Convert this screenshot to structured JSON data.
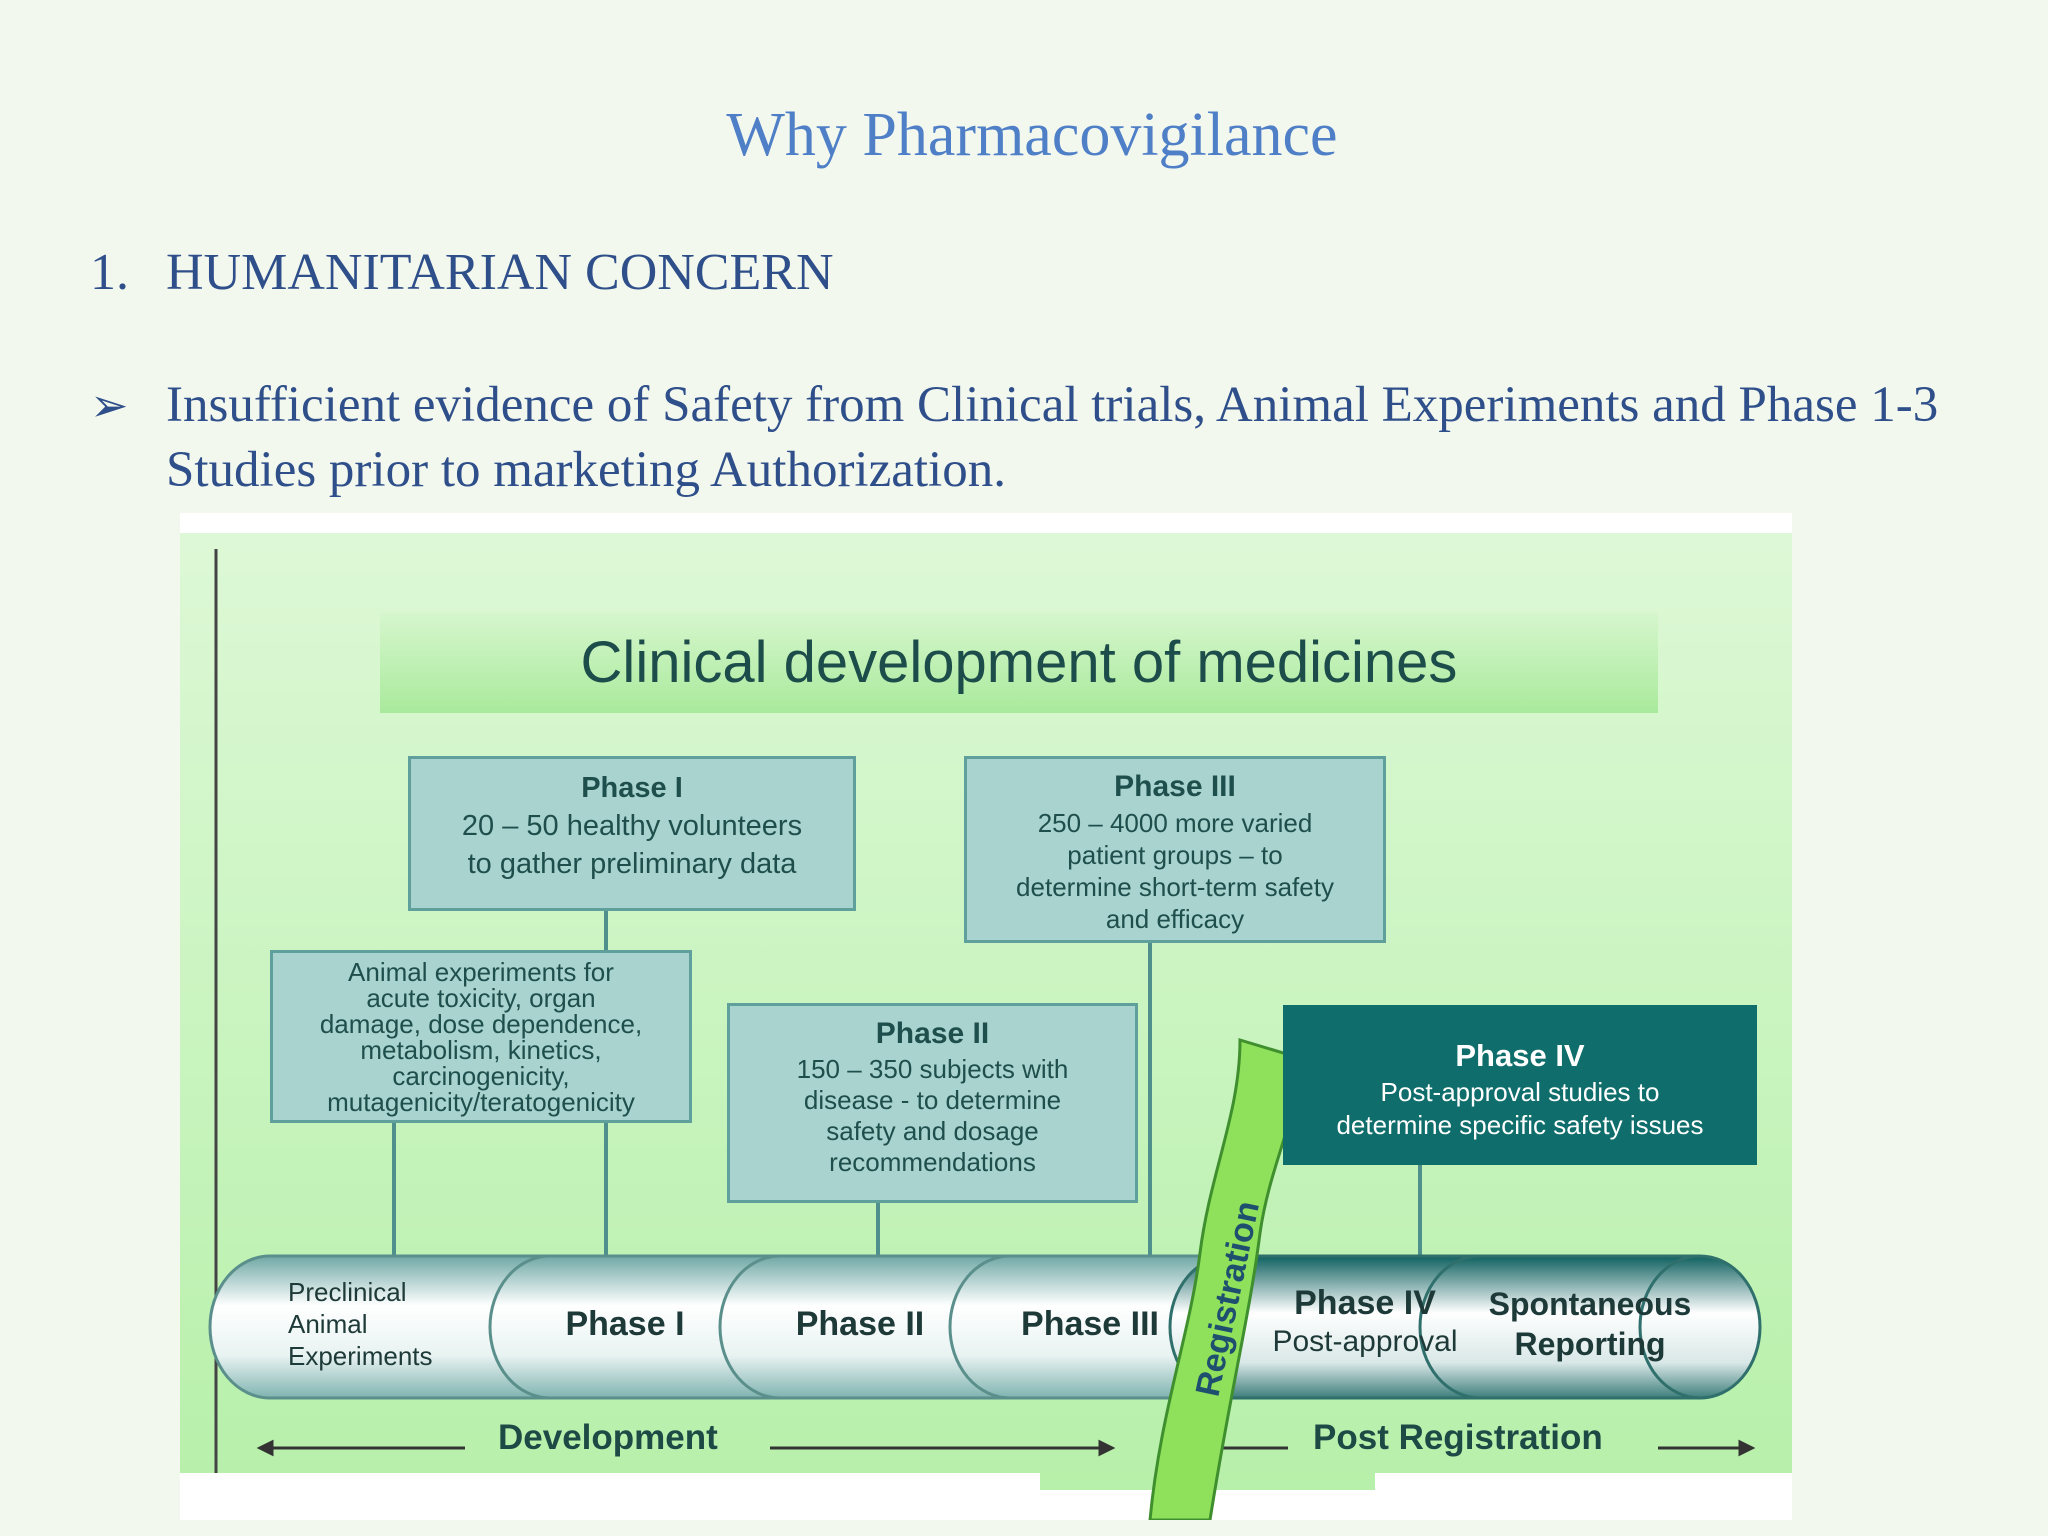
{
  "slide": {
    "title": "Why Pharmacovigilance",
    "point_number": "1.",
    "point_heading": "HUMANITARIAN CONCERN",
    "bullet_symbol": "➢",
    "bullet_text": "Insufficient evidence of  Safety from Clinical trials, Animal Experiments and Phase 1-3 Studies prior to   marketing Authorization."
  },
  "diagram": {
    "title": "Clinical development of medicines",
    "boxes": {
      "animal": {
        "lines": [
          "Animal experiments for",
          "acute toxicity, organ",
          "damage, dose dependence,",
          "metabolism, kinetics,",
          "carcinogenicity,",
          "mutagenicity/teratogenicity"
        ]
      },
      "phase1": {
        "title": "Phase I",
        "lines": [
          "20 – 50 healthy volunteers",
          "to gather preliminary data"
        ]
      },
      "phase2": {
        "title": "Phase II",
        "lines": [
          "150 – 350 subjects with",
          "disease - to determine",
          "safety and dosage",
          "recommendations"
        ]
      },
      "phase3": {
        "title": "Phase III",
        "lines": [
          "250 – 4000 more varied",
          "patient groups – to",
          "determine short-term safety",
          "and efficacy"
        ]
      },
      "phase4": {
        "title": "Phase IV",
        "lines": [
          "Post-approval studies to",
          "determine specific safety issues"
        ]
      }
    },
    "pipeline": {
      "preclinical": [
        "Preclinical",
        "Animal",
        "Experiments"
      ],
      "phase1": "Phase I",
      "phase2": "Phase II",
      "phase3": "Phase III",
      "phase4": "Phase IV",
      "phase4_sub": "Post-approval",
      "spontaneous": [
        "Spontaneous",
        "Reporting"
      ]
    },
    "registration": "Registration",
    "development": "Development",
    "post_registration": "Post Registration",
    "colors": {
      "box_fill": "#a8d3cf",
      "box_border": "#5f9f9c",
      "phase4_fill": "#0f6e6b",
      "registration_green": "#8fe05a",
      "background_green": "#bff2b3"
    }
  }
}
